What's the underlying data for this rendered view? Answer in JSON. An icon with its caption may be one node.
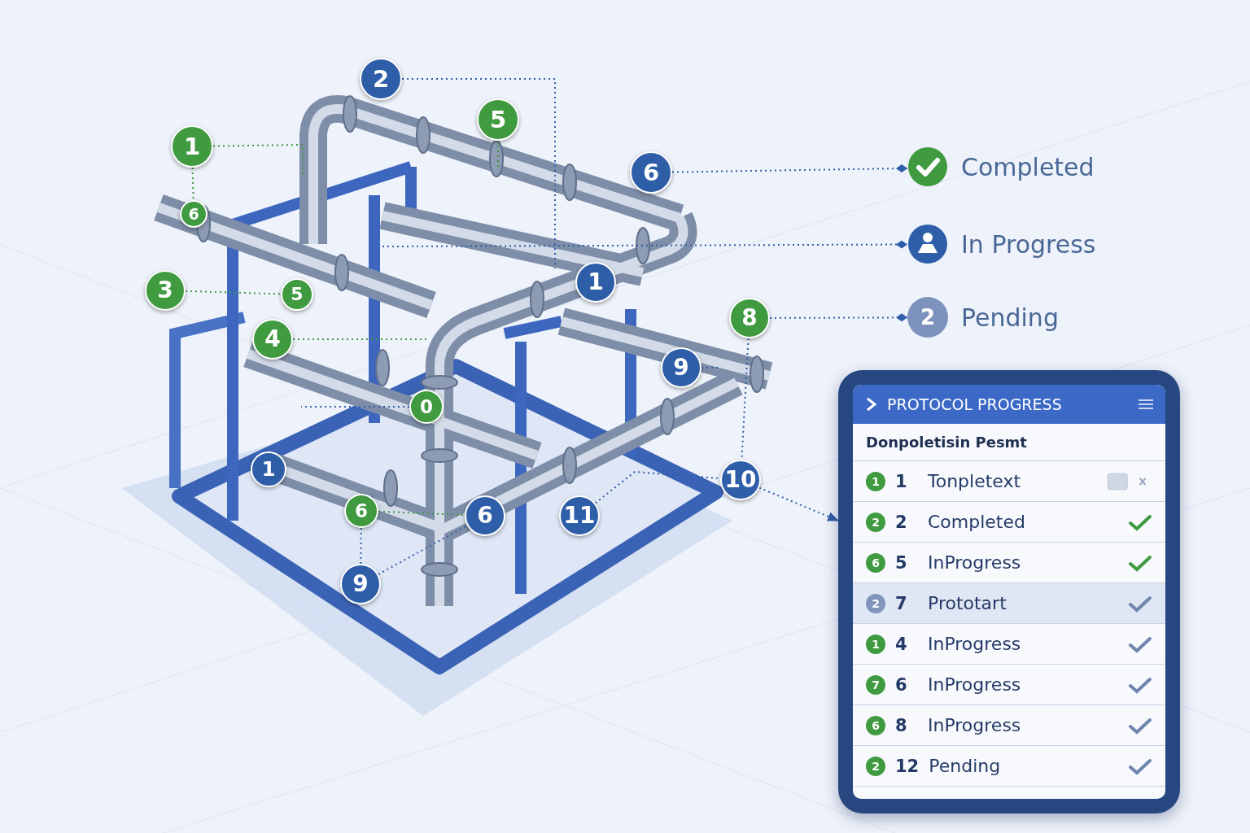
{
  "diagram": {
    "nodes": [
      {
        "text": [
          "2"
        ]
      },
      {
        "text": [
          "5"
        ]
      },
      {
        "text": [
          "1"
        ]
      },
      {
        "text": [
          "6"
        ]
      },
      {
        "text": [
          "6"
        ]
      },
      {
        "text": [
          "1"
        ]
      },
      {
        "text": [
          "3"
        ]
      },
      {
        "text": [
          "5"
        ]
      },
      {
        "text": [
          "8"
        ]
      },
      {
        "text": [
          "4"
        ]
      },
      {
        "text": [
          "9"
        ]
      },
      {
        "text": [
          "0"
        ]
      },
      {
        "text": [
          "1"
        ]
      },
      {
        "text": [
          "10"
        ]
      },
      {
        "text": [
          "6"
        ]
      },
      {
        "text": [
          "6"
        ]
      },
      {
        "text": [
          "11"
        ]
      },
      {
        "text": [
          "9"
        ]
      },
      {
        "text": [
          "Completed"
        ]
      },
      {
        "text": [
          "In Progress"
        ]
      },
      {
        "text": [
          "2",
          "Pending"
        ]
      },
      {
        "text": [
          "PROTOCOL PROGRESS",
          "Donpoletisin Pesmt"
        ]
      },
      {
        "text": [
          "1",
          "1",
          "Tonpletext"
        ],
        "in": 21
      },
      {
        "text": [
          "2",
          "2",
          "Completed"
        ],
        "in": 21
      },
      {
        "text": [
          "6",
          "5",
          "InProgress"
        ],
        "in": 21
      },
      {
        "text": [
          "2",
          "7",
          "Prototart"
        ],
        "in": 21
      },
      {
        "text": [
          "1",
          "4",
          "InProgress"
        ],
        "in": 21
      },
      {
        "text": [
          "7",
          "6",
          "InProgress"
        ],
        "in": 21
      },
      {
        "text": [
          "6",
          "8",
          "InProgress"
        ],
        "in": 21
      },
      {
        "text": [
          "2",
          "12",
          "Pending"
        ],
        "in": 21
      }
    ],
    "edges": [
      {
        "from": 0,
        "to": null,
        "arrow": "none"
      },
      {
        "from": 1,
        "to": null,
        "arrow": "none",
        "color": "#3f9a40"
      },
      {
        "from": 2,
        "to": null,
        "arrow": "none",
        "color": "#3f9a40"
      },
      {
        "from": 2,
        "to": 4,
        "arrow": "none",
        "color": "#3f9a40"
      },
      {
        "from": 3,
        "to": 18,
        "arrow": "other"
      },
      {
        "from": null,
        "to": 19,
        "arrow": "other"
      },
      {
        "from": 8,
        "to": 20,
        "arrow": "other"
      },
      {
        "from": 6,
        "to": 7,
        "arrow": "none",
        "color": "#3f9a40"
      },
      {
        "from": 9,
        "to": null,
        "arrow": "none",
        "color": "#3f9a40"
      },
      {
        "from": 10,
        "to": null,
        "arrow": "none"
      },
      {
        "from": 11,
        "to": null,
        "arrow": "none"
      },
      {
        "from": 13,
        "to": 21,
        "arrow": "to"
      },
      {
        "from": 8,
        "to": 13,
        "arrow": "none"
      },
      {
        "from": 14,
        "to": 15,
        "arrow": "none",
        "color": "#3f9a40"
      },
      {
        "from": 14,
        "to": 17,
        "arrow": "none"
      },
      {
        "from": 16,
        "to": 13,
        "arrow": "none"
      },
      {
        "from": 17,
        "to": 15,
        "arrow": "none"
      }
    ]
  }
}
